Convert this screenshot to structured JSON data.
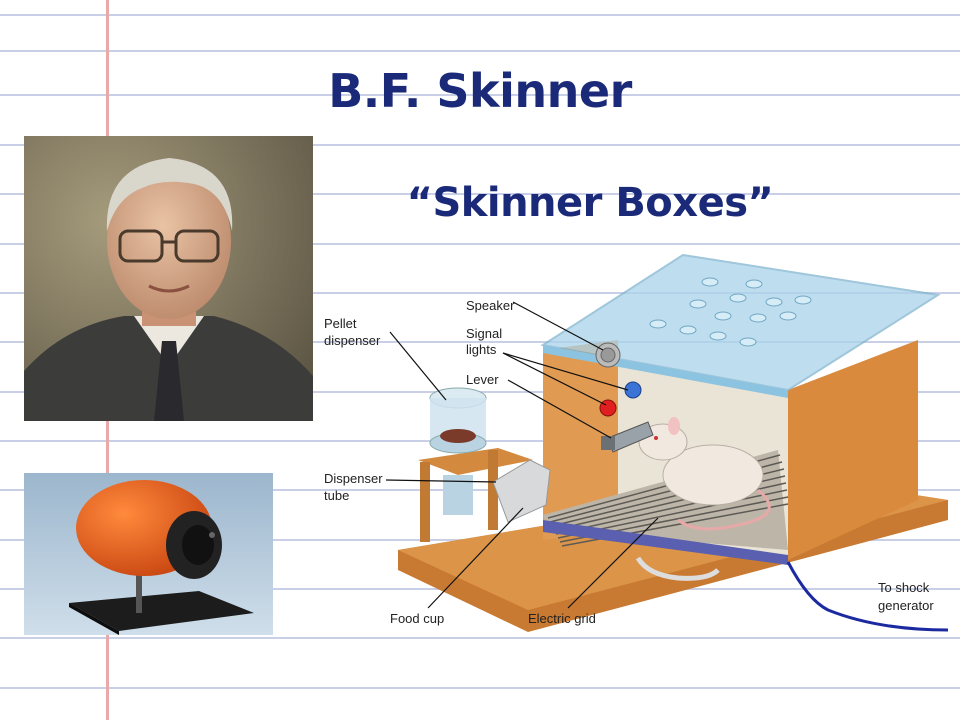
{
  "slide": {
    "title": "B.F. Skinner",
    "subtitle": "“Skinner Boxes”"
  },
  "images": {
    "portrait": "photo-of-b-f-skinner",
    "device": "orange-skinner-box-device",
    "diagram": "skinner-box-diagram"
  },
  "diagram": {
    "labels": {
      "pellet_dispenser_1": "Pellet",
      "pellet_dispenser_2": "dispenser",
      "speaker": "Speaker",
      "signal_lights_1": "Signal",
      "signal_lights_2": "lights",
      "lever": "Lever",
      "dispenser_tube_1": "Dispenser",
      "dispenser_tube_2": "tube",
      "food_cup": "Food cup",
      "electric_grid": "Electric grid",
      "shock_1": "To shock",
      "shock_2": "generator"
    }
  },
  "colors": {
    "title": "#1b2a78",
    "rule_lines": "#c9cfe6",
    "margin_line": "#e9a9a9",
    "wood": "#d9893b",
    "orange_device": "#e0561a"
  }
}
